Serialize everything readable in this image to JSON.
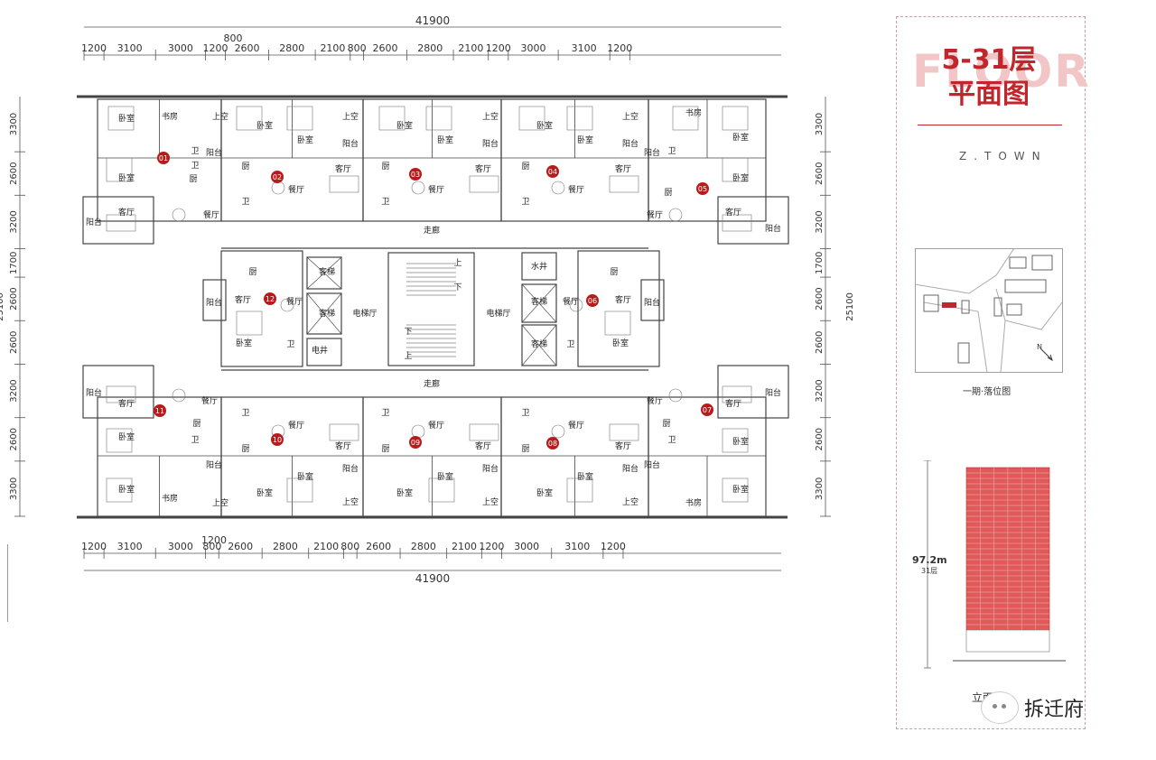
{
  "plan": {
    "total_width": "41900",
    "total_depth": "25100",
    "dims_top": [
      "1200",
      "3100",
      "3000",
      "1200",
      "2600",
      "2800",
      "2100",
      "800",
      "2600",
      "2800",
      "2100",
      "1200",
      "3000",
      "3100",
      "1200"
    ],
    "dims_bottom": [
      "1200",
      "3100",
      "3000",
      "800",
      "2600",
      "2800",
      "2100",
      "800",
      "2600",
      "2800",
      "2100",
      "1200",
      "3000",
      "3100",
      "1200"
    ],
    "dim_top_extra": "800",
    "dim_bottom_extra": "1200",
    "dims_left": [
      "3300",
      "2600",
      "3200",
      "1700",
      "2600",
      "2600",
      "3200",
      "2600",
      "3300"
    ],
    "units": [
      "01",
      "02",
      "03",
      "04",
      "05",
      "06",
      "07",
      "08",
      "09",
      "10",
      "11",
      "12"
    ],
    "rooms": {
      "bedroom": "卧室",
      "study": "书房",
      "void": "上空",
      "bathroom": "卫",
      "balcony": "阳台",
      "kitchen": "厨",
      "kitchen2": "厨",
      "living": "客厅",
      "dining": "餐厅",
      "corridor": "走廊",
      "elevator": "客梯",
      "elevator_hall": "电梯厅",
      "electric_well": "电井",
      "water_well": "水井",
      "up": "上",
      "down": "下"
    }
  },
  "sidebar": {
    "title_line1": "5-31层",
    "title_line2": "平面图",
    "title_bg": "FLOOR",
    "brand": "Z.TOWN",
    "location_caption": "一期·落位图",
    "height": "97.2m",
    "floors": "31层",
    "elevation_caption": "立面图",
    "watermark": "拆迁府"
  },
  "colors": {
    "accent": "#c0272d",
    "unit_marker": "#b71c1c",
    "building": "#e05a5a"
  }
}
